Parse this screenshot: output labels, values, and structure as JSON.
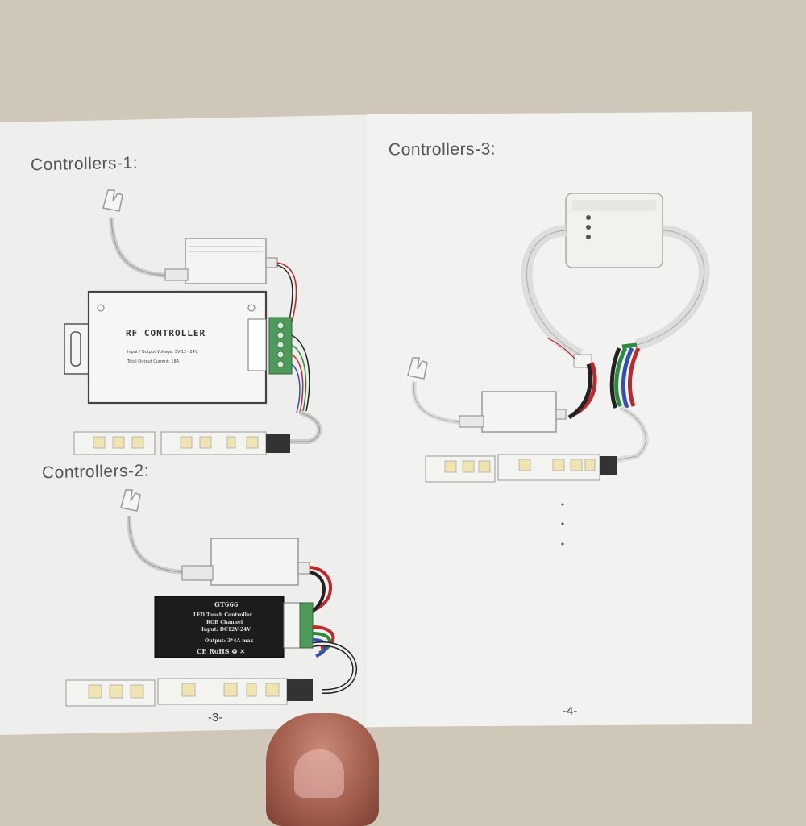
{
  "booklet": {
    "left_page": {
      "heading_1": "Controllers-1:",
      "heading_2": "Controllers-2:",
      "page_number": "-3-",
      "rf_controller": {
        "label": "RF CONTROLLER",
        "spec_line_1": "Input / Output Voltage: 5V-12~24V",
        "spec_line_2": "Total Output Current: 18A"
      },
      "touch_controller": {
        "model": "GT666",
        "line_1": "LED Touch Controller",
        "line_2": "RGB Channel",
        "line_3": "Input: DC12V-24V",
        "line_4": "Output: 3*4A max",
        "marks": "CE RoHS ♻ ✕"
      }
    },
    "right_page": {
      "heading": "Controllers-3:",
      "page_number": "-4-"
    }
  },
  "colors": {
    "background": "#cfc7b8",
    "paper": "#eeeeec",
    "wire_red": "#c0282a",
    "wire_green": "#2d8a3a",
    "wire_blue": "#3050b8",
    "wire_black": "#222222"
  }
}
